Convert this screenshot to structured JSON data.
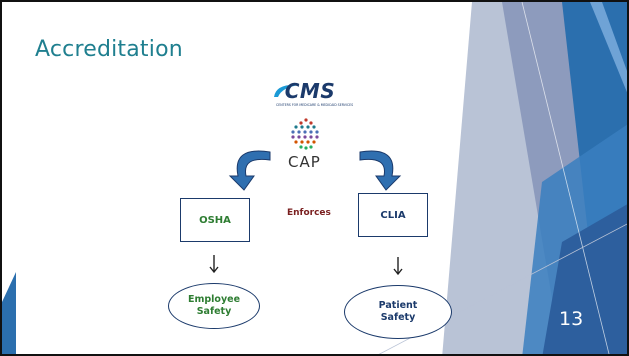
{
  "slide": {
    "title": "Accreditation",
    "page_number": "13",
    "colors": {
      "title": "#1f7f8f",
      "accent": "#1b3a6b",
      "enforces": "#7a1f1f",
      "green": "#2e7d32"
    }
  },
  "logos": {
    "cms": {
      "text": "CMS",
      "subtitle": "CENTERS FOR MEDICARE & MEDICAID SERVICES"
    },
    "cap": {
      "text": "CAP"
    }
  },
  "diagram": {
    "enforces_label": "Enforces",
    "osha_label": "OSHA",
    "clia_label": "CLIA",
    "employee_safety": {
      "line1": "Employee",
      "line2": "Safety"
    },
    "patient_safety": {
      "line1": "Patient",
      "line2": "Safety"
    },
    "icons": [
      "curved-arrow-left",
      "curved-arrow-right",
      "down-arrow"
    ]
  }
}
